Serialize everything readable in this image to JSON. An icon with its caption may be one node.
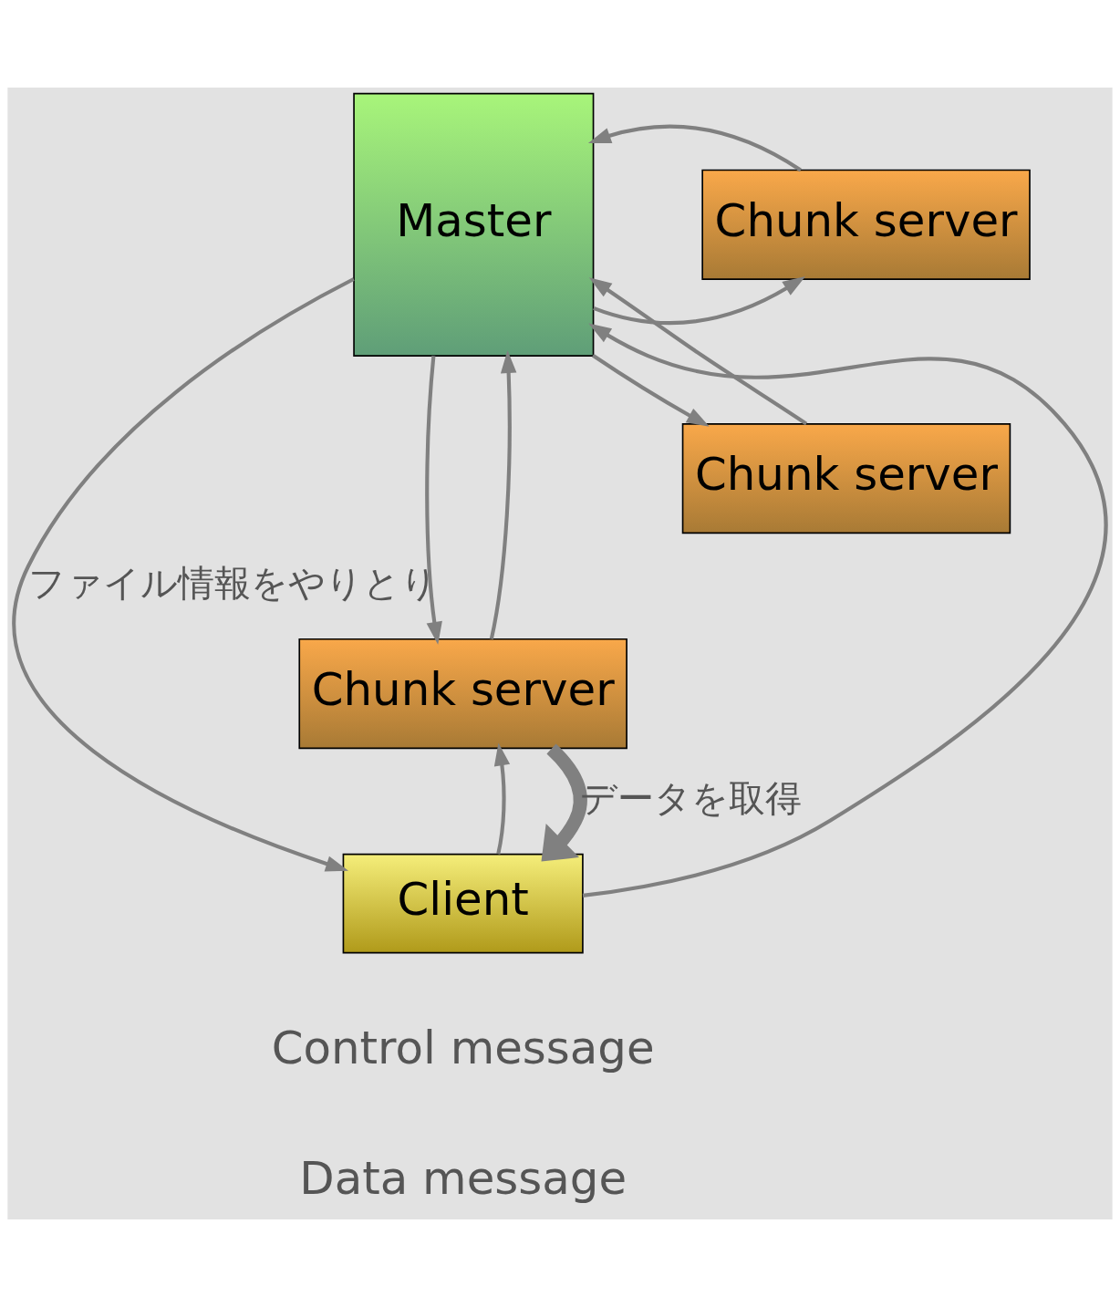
{
  "diagram": {
    "nodes": [
      {
        "text": [
          "Master"
        ]
      },
      {
        "text": [
          "Chunk server"
        ]
      },
      {
        "text": [
          "Chunk server"
        ]
      },
      {
        "text": [
          "Chunk server"
        ]
      },
      {
        "text": [
          "Client"
        ]
      }
    ],
    "edges": [
      {
        "from": 0,
        "to": 1,
        "arrow": "to"
      },
      {
        "from": 1,
        "to": 0,
        "arrow": "to"
      },
      {
        "from": 0,
        "to": 2,
        "arrow": "to"
      },
      {
        "from": 2,
        "to": 0,
        "arrow": "to"
      },
      {
        "from": 0,
        "to": 3,
        "arrow": "to"
      },
      {
        "from": 3,
        "to": 0,
        "arrow": "to"
      },
      {
        "from": 4,
        "to": 0,
        "arrow": "to"
      },
      {
        "from": 0,
        "to": 4,
        "arrow": "to",
        "label": "ファイル情報をやりとり"
      },
      {
        "from": 4,
        "to": 3,
        "arrow": "to"
      },
      {
        "from": 3,
        "to": 4,
        "arrow": "to",
        "style": "thick",
        "label": "データを取得"
      }
    ],
    "legend": [
      {
        "text": "Control message"
      },
      {
        "text": "Data message"
      }
    ]
  }
}
